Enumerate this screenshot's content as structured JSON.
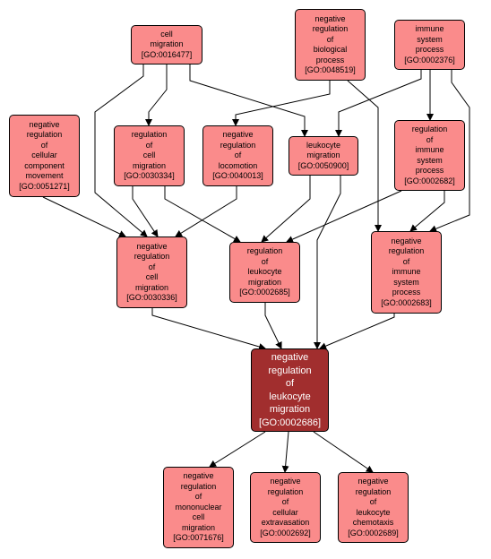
{
  "colors": {
    "node_fill": "#fa8b8b",
    "focus_fill": "#a12e2e",
    "edge": "#000000"
  },
  "nodes": {
    "cell_migration": {
      "label": "cell\nmigration\n[GO:0016477]"
    },
    "neg_reg_biological_process": {
      "label": "negative\nregulation\nof\nbiological\nprocess\n[GO:0048519]"
    },
    "immune_system_process": {
      "label": "immune\nsystem\nprocess\n[GO:0002376]"
    },
    "neg_reg_cellular_component_movement": {
      "label": "negative\nregulation\nof\ncellular\ncomponent\nmovement\n[GO:0051271]"
    },
    "reg_cell_migration": {
      "label": "regulation\nof\ncell\nmigration\n[GO:0030334]"
    },
    "neg_reg_locomotion": {
      "label": "negative\nregulation\nof\nlocomotion\n[GO:0040013]"
    },
    "leukocyte_migration": {
      "label": "leukocyte\nmigration\n[GO:0050900]"
    },
    "reg_immune_system_process": {
      "label": "regulation\nof\nimmune\nsystem\nprocess\n[GO:0002682]"
    },
    "neg_reg_cell_migration": {
      "label": "negative\nregulation\nof\ncell\nmigration\n[GO:0030336]"
    },
    "reg_leukocyte_migration": {
      "label": "regulation\nof\nleukocyte\nmigration\n[GO:0002685]"
    },
    "neg_reg_immune_system_process": {
      "label": "negative\nregulation\nof\nimmune\nsystem\nprocess\n[GO:0002683]"
    },
    "neg_reg_leukocyte_migration": {
      "label": "negative\nregulation\nof\nleukocyte\nmigration\n[GO:0002686]"
    },
    "neg_reg_mononuclear_cell_migration": {
      "label": "negative\nregulation\nof\nmononuclear\ncell\nmigration\n[GO:0071676]"
    },
    "neg_reg_cellular_extravasation": {
      "label": "negative\nregulation\nof\ncellular\nextravasation\n[GO:0002692]"
    },
    "neg_reg_leukocyte_chemotaxis": {
      "label": "negative\nregulation\nof\nleukocyte\nchemotaxis\n[GO:0002689]"
    }
  },
  "edges": [
    [
      "cell_migration",
      "reg_cell_migration"
    ],
    [
      "cell_migration",
      "neg_reg_cell_migration"
    ],
    [
      "cell_migration",
      "leukocyte_migration"
    ],
    [
      "neg_reg_biological_process",
      "neg_reg_locomotion"
    ],
    [
      "neg_reg_biological_process",
      "neg_reg_immune_system_process"
    ],
    [
      "immune_system_process",
      "leukocyte_migration"
    ],
    [
      "immune_system_process",
      "reg_immune_system_process"
    ],
    [
      "immune_system_process",
      "neg_reg_immune_system_process"
    ],
    [
      "neg_reg_cellular_component_movement",
      "neg_reg_cell_migration"
    ],
    [
      "reg_cell_migration",
      "neg_reg_cell_migration"
    ],
    [
      "reg_cell_migration",
      "reg_leukocyte_migration"
    ],
    [
      "neg_reg_locomotion",
      "neg_reg_cell_migration"
    ],
    [
      "leukocyte_migration",
      "reg_leukocyte_migration"
    ],
    [
      "leukocyte_migration",
      "neg_reg_leukocyte_migration"
    ],
    [
      "reg_immune_system_process",
      "reg_leukocyte_migration"
    ],
    [
      "reg_immune_system_process",
      "neg_reg_immune_system_process"
    ],
    [
      "neg_reg_cell_migration",
      "neg_reg_leukocyte_migration"
    ],
    [
      "reg_leukocyte_migration",
      "neg_reg_leukocyte_migration"
    ],
    [
      "neg_reg_immune_system_process",
      "neg_reg_leukocyte_migration"
    ],
    [
      "neg_reg_leukocyte_migration",
      "neg_reg_mononuclear_cell_migration"
    ],
    [
      "neg_reg_leukocyte_migration",
      "neg_reg_cellular_extravasation"
    ],
    [
      "neg_reg_leukocyte_migration",
      "neg_reg_leukocyte_chemotaxis"
    ]
  ]
}
